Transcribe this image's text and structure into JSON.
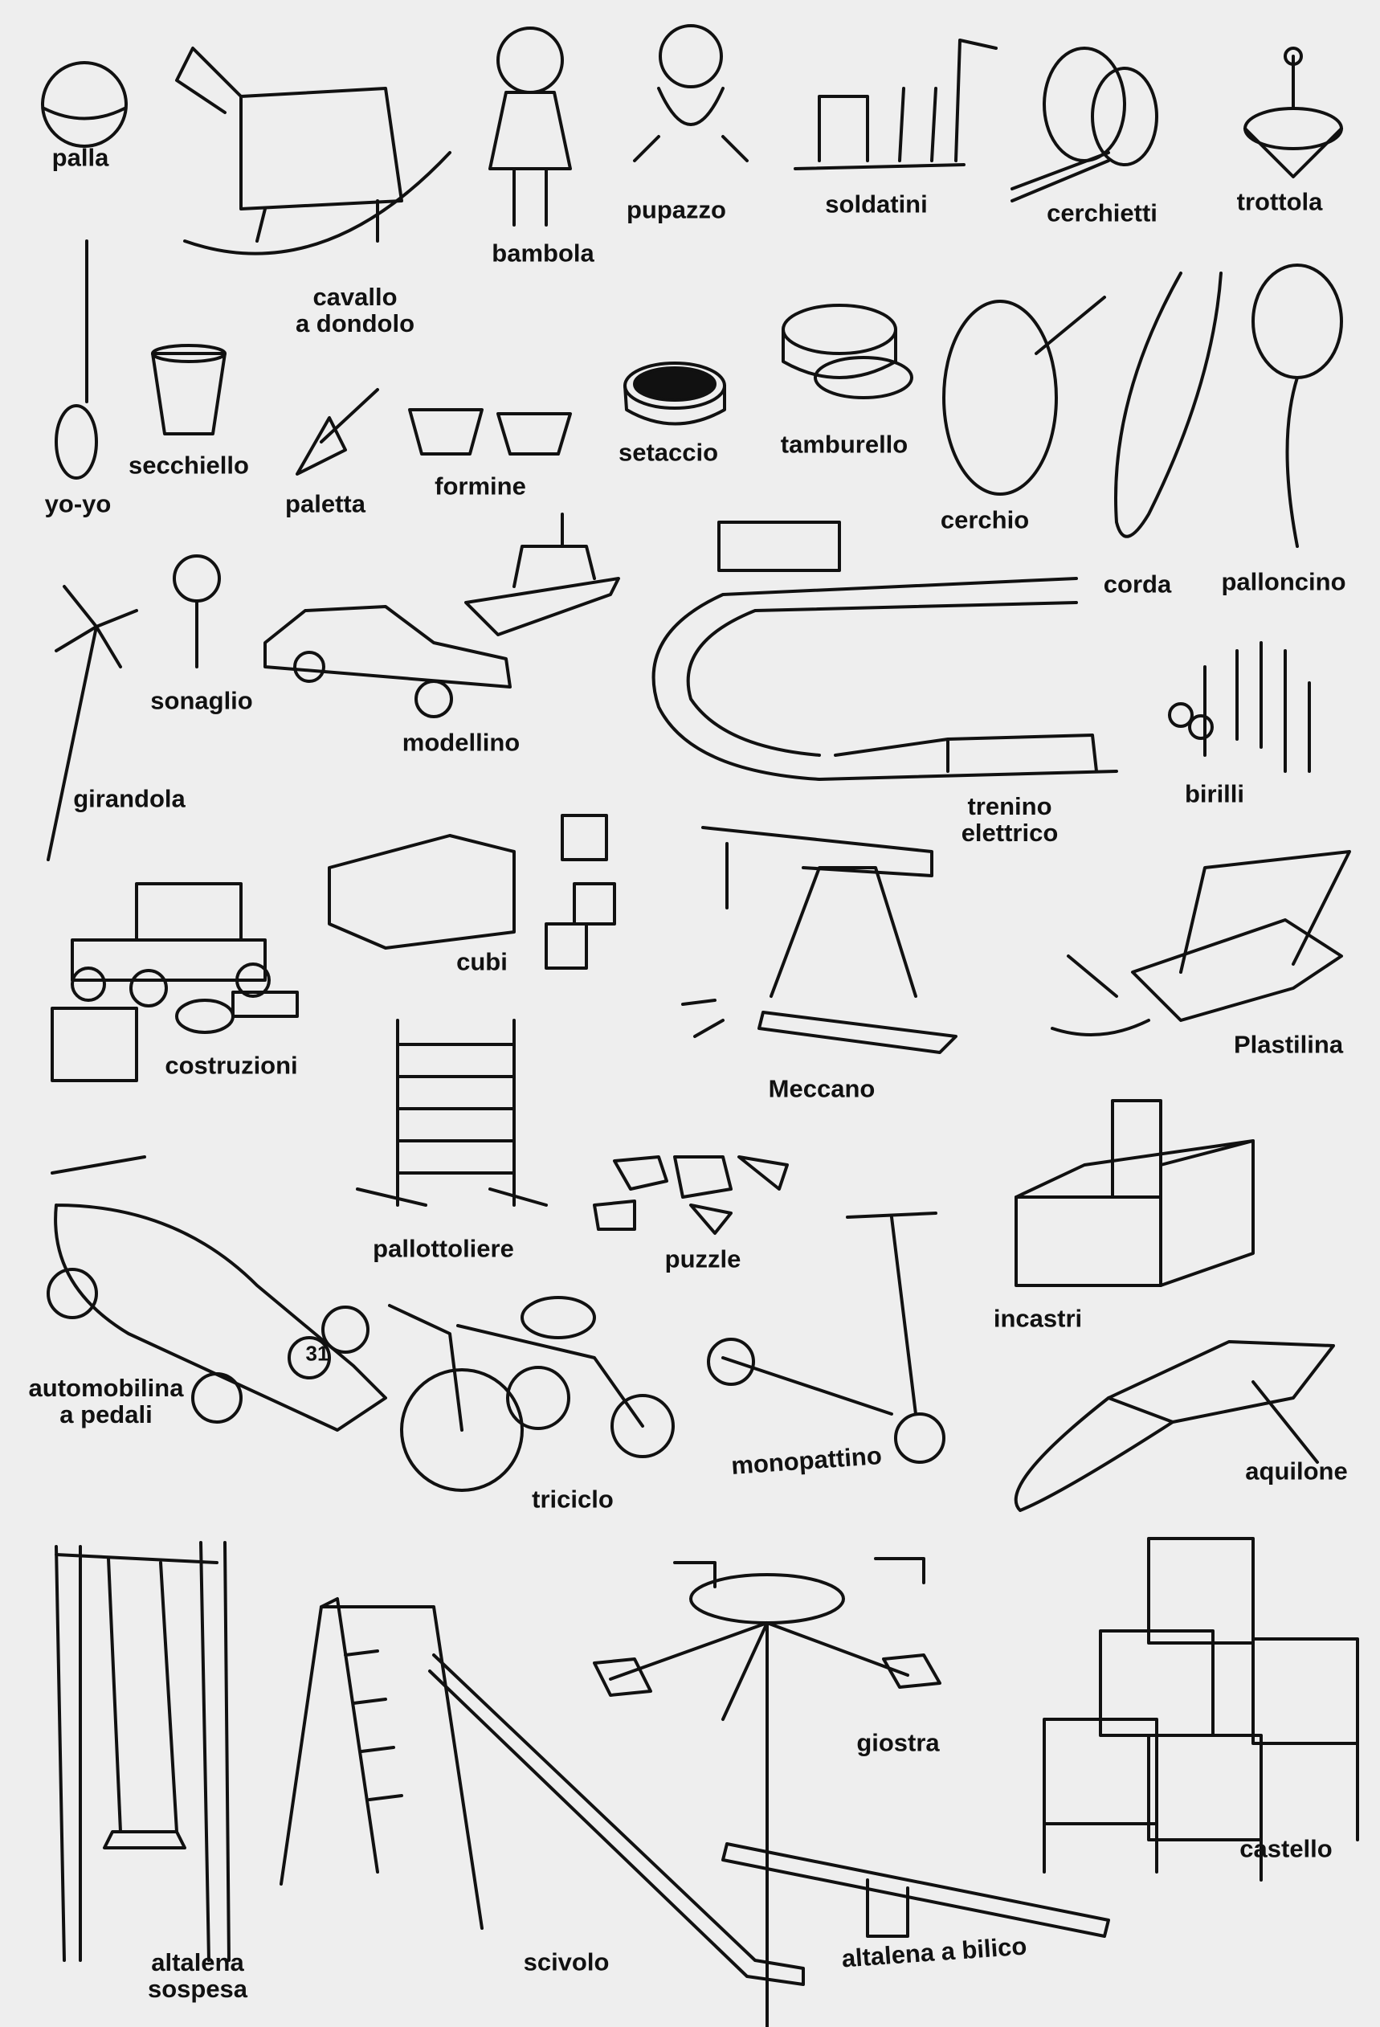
{
  "labels": {
    "palla": "palla",
    "cavallo_1": "cavallo",
    "cavallo_2": "a dondolo",
    "bambola": "bambola",
    "pupazzo": "pupazzo",
    "soldatini": "soldatini",
    "cerchietti": "cerchietti",
    "trottola": "trottola",
    "yoyo": "yo-yo",
    "secchiello": "secchiello",
    "paletta": "paletta",
    "formine": "formine",
    "setaccio": "setaccio",
    "tamburello": "tamburello",
    "cerchio": "cerchio",
    "corda": "corda",
    "palloncino": "palloncino",
    "sonaglio": "sonaglio",
    "girandola": "girandola",
    "modellino": "modellino",
    "trenino_1": "trenino",
    "trenino_2": "elettrico",
    "birilli": "birilli",
    "cubi": "cubi",
    "costruzioni": "costruzioni",
    "meccano": "Meccano",
    "plastilina": "Plastilina",
    "pallottoliere": "pallottoliere",
    "puzzle": "puzzle",
    "incastri": "incastri",
    "automobilina_1": "automobilina",
    "automobilina_2": "a pedali",
    "triciclo": "triciclo",
    "monopattino": "monopattino",
    "aquilone": "aquilone",
    "giostra": "giostra",
    "castello": "castello",
    "altalena_1": "altalena",
    "altalena_2": "sospesa",
    "scivolo": "scivolo",
    "bilico": "altalena a bilico"
  },
  "car_number": "31"
}
